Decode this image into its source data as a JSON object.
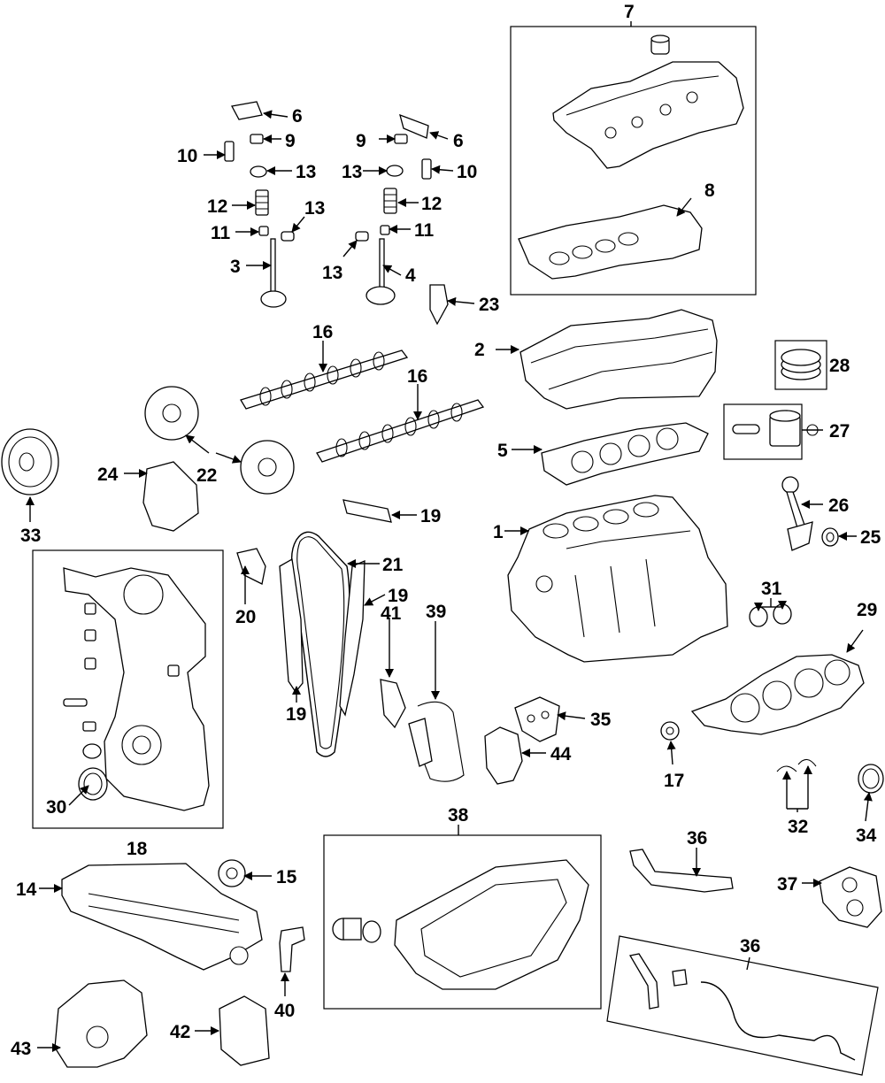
{
  "callouts": {
    "c1": "1",
    "c2": "2",
    "c3": "3",
    "c4": "4",
    "c5": "5",
    "c6a": "6",
    "c6b": "6",
    "c7": "7",
    "c8": "8",
    "c9a": "9",
    "c9b": "9",
    "c10a": "10",
    "c10b": "10",
    "c11a": "11",
    "c11b": "11",
    "c12a": "12",
    "c12b": "12",
    "c13a": "13",
    "c13b": "13",
    "c13c": "13",
    "c13d": "13",
    "c14": "14",
    "c15": "15",
    "c16a": "16",
    "c16b": "16",
    "c17": "17",
    "c18": "18",
    "c19a": "19",
    "c19b": "19",
    "c19c": "19",
    "c20": "20",
    "c21": "21",
    "c22": "22",
    "c23": "23",
    "c24": "24",
    "c25": "25",
    "c26": "26",
    "c27": "27",
    "c28": "28",
    "c29": "29",
    "c30": "30",
    "c31": "31",
    "c32": "32",
    "c33": "33",
    "c34": "34",
    "c35": "35",
    "c36a": "36",
    "c36b": "36",
    "c37": "37",
    "c38": "38",
    "c39": "39",
    "c40": "40",
    "c41": "41",
    "c42": "42",
    "c43": "43",
    "c44": "44"
  }
}
